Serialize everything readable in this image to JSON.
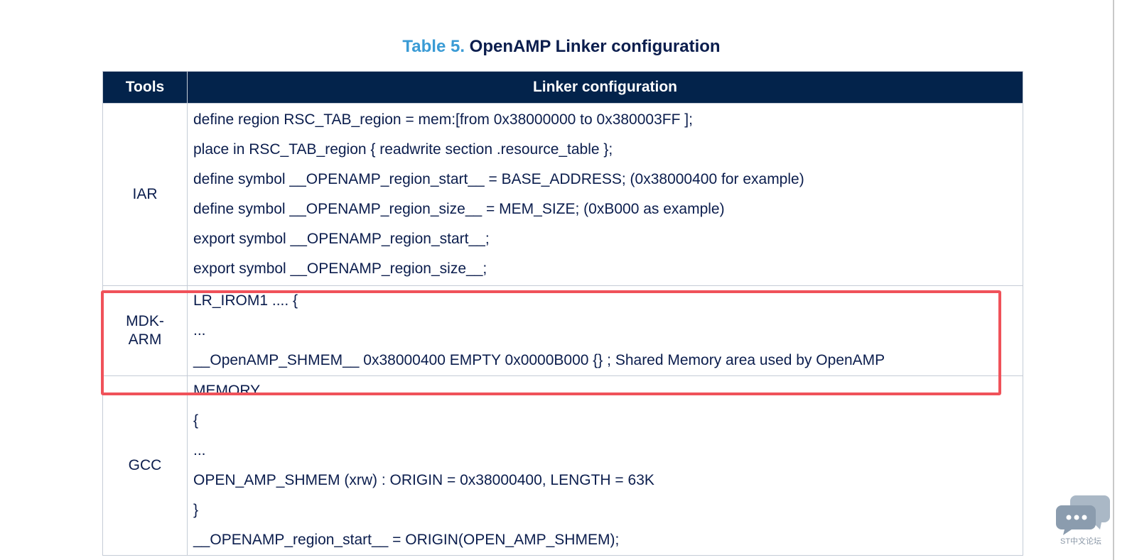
{
  "caption": {
    "number": "Table 5.",
    "title": "OpenAMP Linker configuration"
  },
  "table": {
    "headers": [
      "Tools",
      "Linker configuration"
    ],
    "rows": [
      {
        "tool": "IAR",
        "lines": [
          "define region RSC_TAB_region = mem:[from 0x38000000 to 0x380003FF ];",
          "place in RSC_TAB_region { readwrite section .resource_table };",
          "define symbol __OPENAMP_region_start__ = BASE_ADDRESS; (0x38000400 for example)",
          "define symbol __OPENAMP_region_size__ = MEM_SIZE; (0xB000 as example)",
          "export symbol __OPENAMP_region_start__;",
          "export symbol __OPENAMP_region_size__;"
        ]
      },
      {
        "tool": "MDK-\nARM",
        "lines": [
          "LR_IROM1 .... {",
          "...",
          "__OpenAMP_SHMEM__ 0x38000400 EMPTY 0x0000B000 {} ; Shared Memory area used by OpenAMP"
        ]
      },
      {
        "tool": "GCC",
        "lines": [
          "MEMORY",
          "{",
          "...",
          "OPEN_AMP_SHMEM (xrw) : ORIGIN = 0x38000400, LENGTH = 63K",
          "}",
          "__OPENAMP_region_start__ = ORIGIN(OPEN_AMP_SHMEM);"
        ]
      }
    ]
  },
  "watermark": {
    "text": "ST中文论坛",
    "icon": "chat-bubbles-icon"
  },
  "colors": {
    "header_bg": "#03234b",
    "caption_number": "#3a9bd5",
    "highlight_border": "#f0525a"
  }
}
